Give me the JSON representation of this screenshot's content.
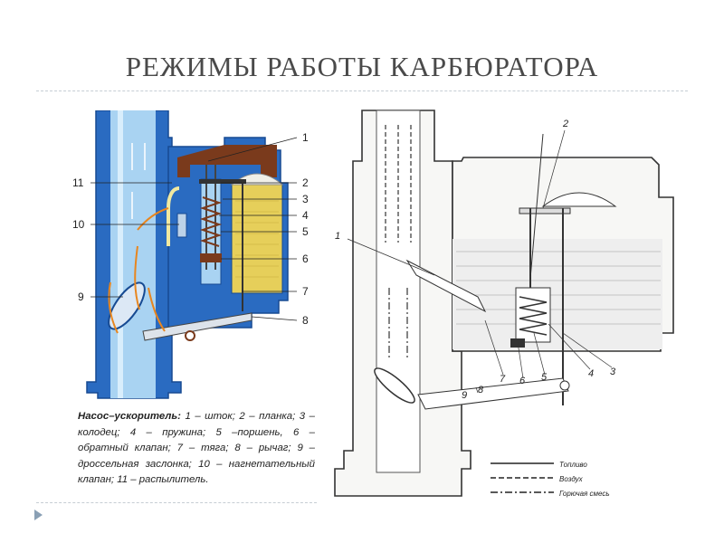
{
  "slide": {
    "title": "РЕЖИМЫ РАБОТЫ КАРБЮРАТОРА"
  },
  "left_diagram": {
    "part_numbers": [
      "1",
      "2",
      "3",
      "4",
      "5",
      "6",
      "7",
      "8",
      "9",
      "10",
      "11"
    ],
    "caption_lead": "Насос–ускоритель:",
    "caption_body": " 1 – шток; 2 – планка; 3 – колодец; 4 – пружина; 5 –поршень, 6 – обратный клапан; 7 – тяга; 8 – рычаг; 9 – дроссельная заслонка; 10 – нагнетательный клапан; 11 – распылитель."
  },
  "right_diagram": {
    "part_numbers": [
      "1",
      "2",
      "3",
      "4",
      "5",
      "6",
      "7",
      "8",
      "9"
    ],
    "legend": [
      "Топливо",
      "Воздух",
      "Горючая смесь"
    ]
  },
  "colors": {
    "body_blue": "#2a6bc1",
    "dark_blue": "#174a92",
    "light_blue": "#a9d3f2",
    "fuel_yellow": "#e6cf5a",
    "brown": "#7a3a1c",
    "flow_orange": "#e8861f"
  }
}
